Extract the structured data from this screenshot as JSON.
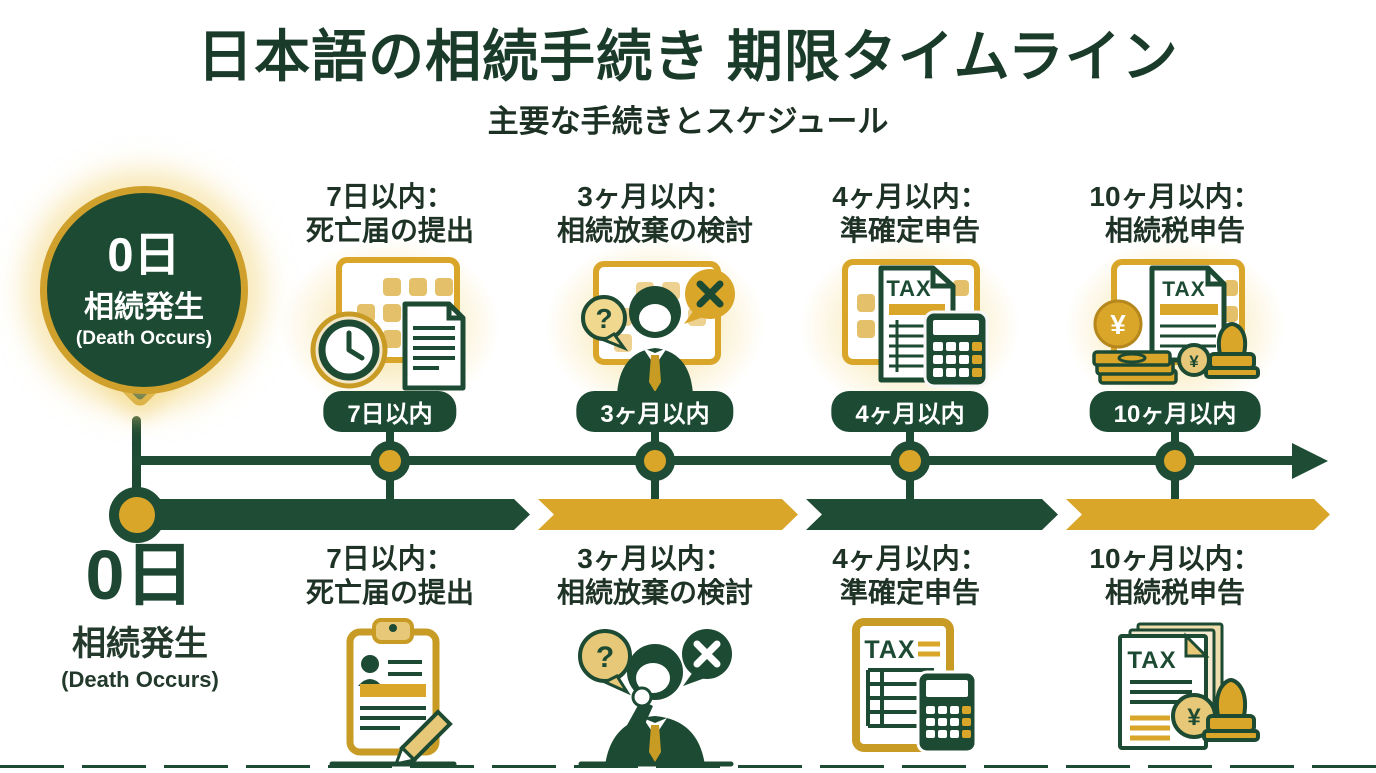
{
  "header": {
    "title": "日本語の相続手続き 期限タイムライン",
    "subtitle": "主要な手続きとスケジュール"
  },
  "origin": {
    "day": "0日",
    "event": "相続発生",
    "event_en": "(Death Occurs)"
  },
  "milestones": [
    {
      "deadline": "7日以内：",
      "task": "死亡届の提出",
      "badge": "7日以内"
    },
    {
      "deadline": "3ヶ月以内：",
      "task": "相続放棄の検討",
      "badge": "3ヶ月以内"
    },
    {
      "deadline": "4ヶ月以内：",
      "task": "準確定申告",
      "badge": "4ヶ月以内"
    },
    {
      "deadline": "10ヶ月以内：",
      "task": "相続税申告",
      "badge": "10ヶ月以内"
    }
  ],
  "icons": {
    "tax_label": "TAX",
    "question_mark": "?",
    "cross_mark": "×",
    "yen_symbol": "¥"
  },
  "colors": {
    "dark_green": "#1d4a33",
    "gold": "#d9a62a",
    "pale_gold": "#e7c878",
    "title_green": "#1a3b29"
  }
}
